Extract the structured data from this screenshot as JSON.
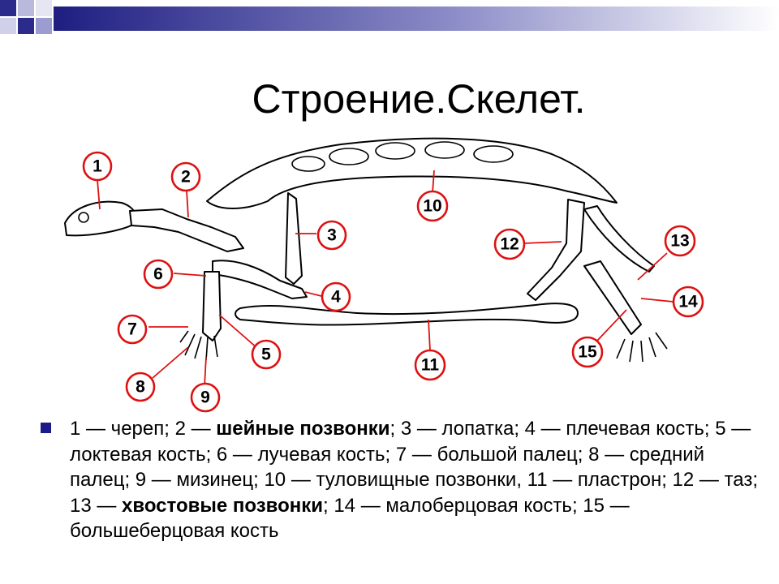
{
  "title": "Строение.Скелет.",
  "colors": {
    "accent": "#d11111",
    "band": "#2d2d8f",
    "bullet": "#1a1a8a"
  },
  "labels": [
    "1",
    "2",
    "3",
    "4",
    "5",
    "6",
    "7",
    "8",
    "9",
    "10",
    "11",
    "12",
    "13",
    "14",
    "15"
  ],
  "legend": [
    {
      "text": "1 — череп; 2 — ",
      "bold": false
    },
    {
      "text": "шейные позвонки",
      "bold": true
    },
    {
      "text": "; 3 — лопатка; 4 — плечевая кость; 5 — локтевая кость; 6 — лучевая кость; 7 — большой палец; 8 — средний палец; 9 — мизинец; 10 — туловищные позвонки, 11 — пластрон; 12 — таз; 13 — ",
      "bold": false
    },
    {
      "text": "хвостовые позвонки",
      "bold": true
    },
    {
      "text": "; 14 — малоберцовая кость; 15 — большеберцовая кость",
      "bold": false
    }
  ]
}
